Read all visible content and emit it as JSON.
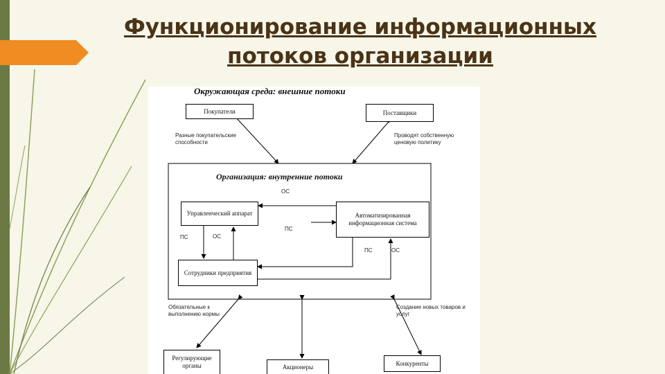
{
  "slide": {
    "title_line1": "Функционирование информационных",
    "title_line2": "потоков организации"
  },
  "diagram": {
    "outer_heading": "Окружающая среда: внешние потоки",
    "org_heading": "Организация: внутренние потоки",
    "boxes": {
      "buyers": "Покупатели",
      "suppliers": "Поставщики",
      "management": "Управленческий аппарат",
      "automated_system": "Автоматизированная информационная система",
      "employees": "Сотрудники предприятия",
      "regulators": "Регулирующие органы",
      "partners": "Акционеры",
      "competitors": "Конкуренты"
    },
    "labels": {
      "buyers_desc": "Разные покупательские способности",
      "suppliers_desc": "Проводят собственную ценовую политику",
      "os_top": "ОС",
      "ps_mid": "ПС",
      "ps_left": "ПС",
      "os_left": "ОС",
      "ps_right": "ПС",
      "os_right": "ОС",
      "regulators_desc": "Обязательные к выполнению нормы",
      "competitors_desc": "Создание новых товаров и услуг"
    }
  }
}
